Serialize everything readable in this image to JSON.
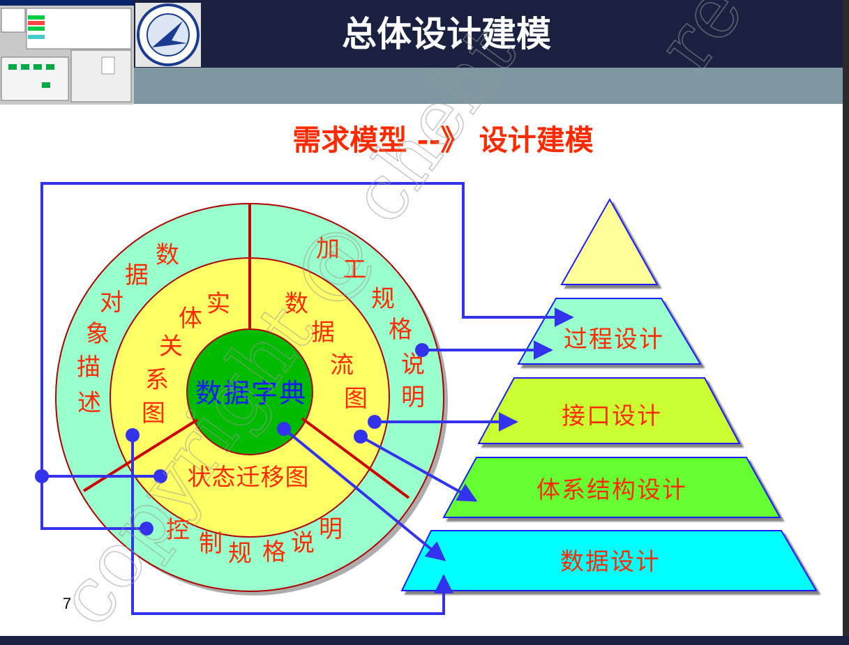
{
  "header": {
    "title": "总体设计建模"
  },
  "subtitle": "需求模型 --》 设计建模",
  "analysis_model": {
    "center": "数据字典",
    "inner_ring": {
      "entity_relation": [
        "实",
        "体",
        "关",
        "系",
        "图"
      ],
      "data_flow": [
        "数",
        "据",
        "流",
        "图"
      ],
      "state_transition": "状态迁移图"
    },
    "outer_ring": {
      "data_object": [
        "数",
        "据",
        "对",
        "象",
        "描",
        "述"
      ],
      "process_spec": [
        "加",
        "工",
        "规",
        "格",
        "说",
        "明"
      ],
      "control_spec": [
        "控",
        "制",
        "规",
        "格",
        "说",
        "明"
      ]
    }
  },
  "design_model": {
    "levels": [
      {
        "label": "",
        "color": "#FFFF99"
      },
      {
        "label": "过程设计",
        "color": "#99FFCC"
      },
      {
        "label": "接口设计",
        "color": "#CCFF33"
      },
      {
        "label": "体系结构设计",
        "color": "#66FF33"
      },
      {
        "label": "数据设计",
        "color": "#00FFFF"
      }
    ]
  },
  "page_number": "7",
  "watermark": "copyright @ cheht",
  "colors": {
    "header_bg": "#1a2140",
    "header_band": "#7e97a0",
    "text_red": "#ff2a00",
    "text_blue": "#1a1aff",
    "arrow_blue": "#3333ee",
    "ring_line": "#cc0000",
    "outer_ring": "#99ffcc",
    "inner_ring": "#ffff66",
    "center": "#00bb00"
  }
}
